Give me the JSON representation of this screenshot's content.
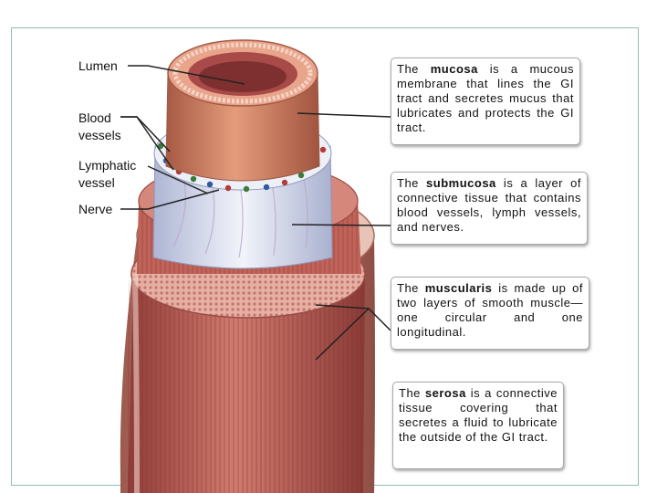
{
  "labels": {
    "lumen": "Lumen",
    "blood_vessels_1": "Blood",
    "blood_vessels_2": "vessels",
    "lymphatic_1": "Lymphatic",
    "lymphatic_2": "vessel",
    "nerve": "Nerve"
  },
  "boxes": {
    "mucosa": {
      "pre": "The ",
      "term": "mucosa",
      "post": " is a mucous membrane that lines the GI tract and secretes mucus that lubricates and protects the GI tract."
    },
    "submucosa": {
      "pre": "The ",
      "term": "submucosa",
      "post": " is a layer of connective tissue that contains blood vessels, lymph vessels, and nerves."
    },
    "muscularis": {
      "pre": "The ",
      "term": "muscularis",
      "post": " is made up of two layers of smooth muscle—one circular and one longitudinal."
    },
    "serosa": {
      "pre": "The ",
      "term": "serosa",
      "post": " is a connective tissue covering that secretes a fluid to lubricate the outside of the GI tract."
    }
  },
  "colors": {
    "serosa": "#c98a78",
    "muscularis": "#b85a52",
    "submucosa": "#dde3f1",
    "mucosa": "#cf7a5c",
    "lumen": "#a84a48"
  }
}
